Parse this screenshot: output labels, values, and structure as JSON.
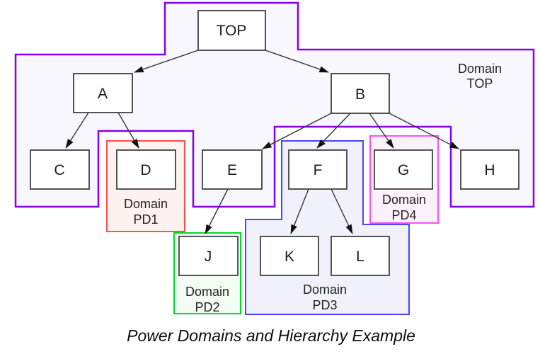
{
  "caption": "Power Domains and Hierarchy Example",
  "nodes": {
    "top": "TOP",
    "a": "A",
    "b": "B",
    "c": "C",
    "d": "D",
    "e": "E",
    "f": "F",
    "g": "G",
    "h": "H",
    "j": "J",
    "k": "K",
    "l": "L"
  },
  "domains": {
    "top": {
      "line1": "Domain",
      "line2": "TOP",
      "members": [
        "TOP",
        "A",
        "B",
        "C",
        "E",
        "H"
      ]
    },
    "pd1": {
      "line1": "Domain",
      "line2": "PD1",
      "members": [
        "D"
      ]
    },
    "pd2": {
      "line1": "Domain",
      "line2": "PD2",
      "members": [
        "J"
      ]
    },
    "pd3": {
      "line1": "Domain",
      "line2": "PD3",
      "members": [
        "F",
        "K",
        "L"
      ]
    },
    "pd4": {
      "line1": "Domain",
      "line2": "PD4",
      "members": [
        "G"
      ]
    }
  },
  "edges": [
    [
      "TOP",
      "A"
    ],
    [
      "TOP",
      "B"
    ],
    [
      "A",
      "C"
    ],
    [
      "A",
      "D"
    ],
    [
      "B",
      "E"
    ],
    [
      "B",
      "F"
    ],
    [
      "B",
      "G"
    ],
    [
      "B",
      "H"
    ],
    [
      "E",
      "J"
    ],
    [
      "F",
      "K"
    ],
    [
      "F",
      "L"
    ]
  ],
  "colors": {
    "domain_top_border": "#8400f2",
    "domain_top_fill": "#f8f7fd",
    "pd1_border": "#fb4f4b",
    "pd1_fill": "#fdf2f0",
    "pd2_border": "#00dc28",
    "pd2_fill": "#f4fdf4",
    "pd3_border": "#4747f5",
    "pd3_fill": "#f1f1fb",
    "pd4_border": "#fb50fb",
    "pd4_fill": "#fdf1fb",
    "arrow": "#111111"
  }
}
